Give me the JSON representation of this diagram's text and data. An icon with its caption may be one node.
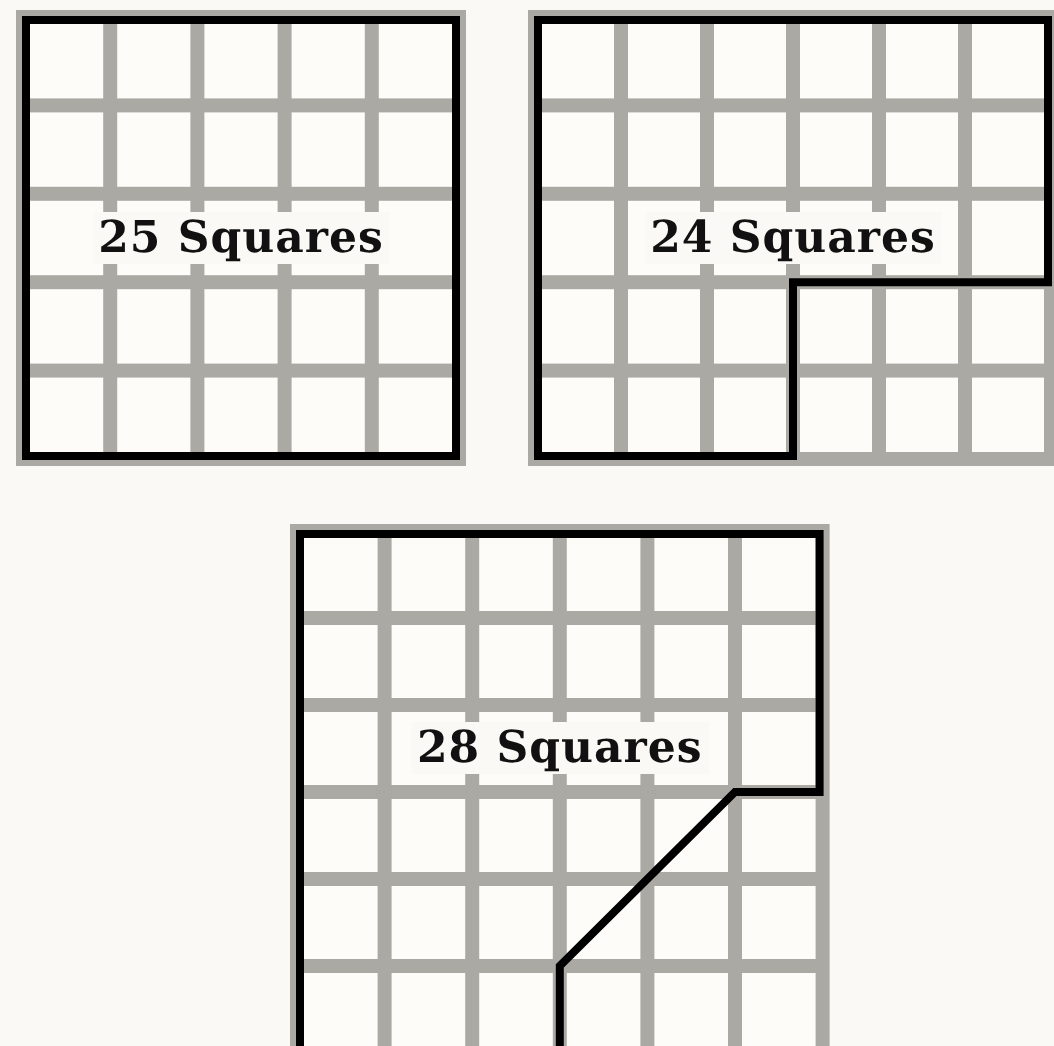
{
  "diagram": {
    "nodes": [
      {
        "text": [
          "25 Squares"
        ]
      },
      {
        "text": [
          "24 Squares"
        ]
      },
      {
        "text": [
          "28 Squares"
        ]
      }
    ]
  }
}
